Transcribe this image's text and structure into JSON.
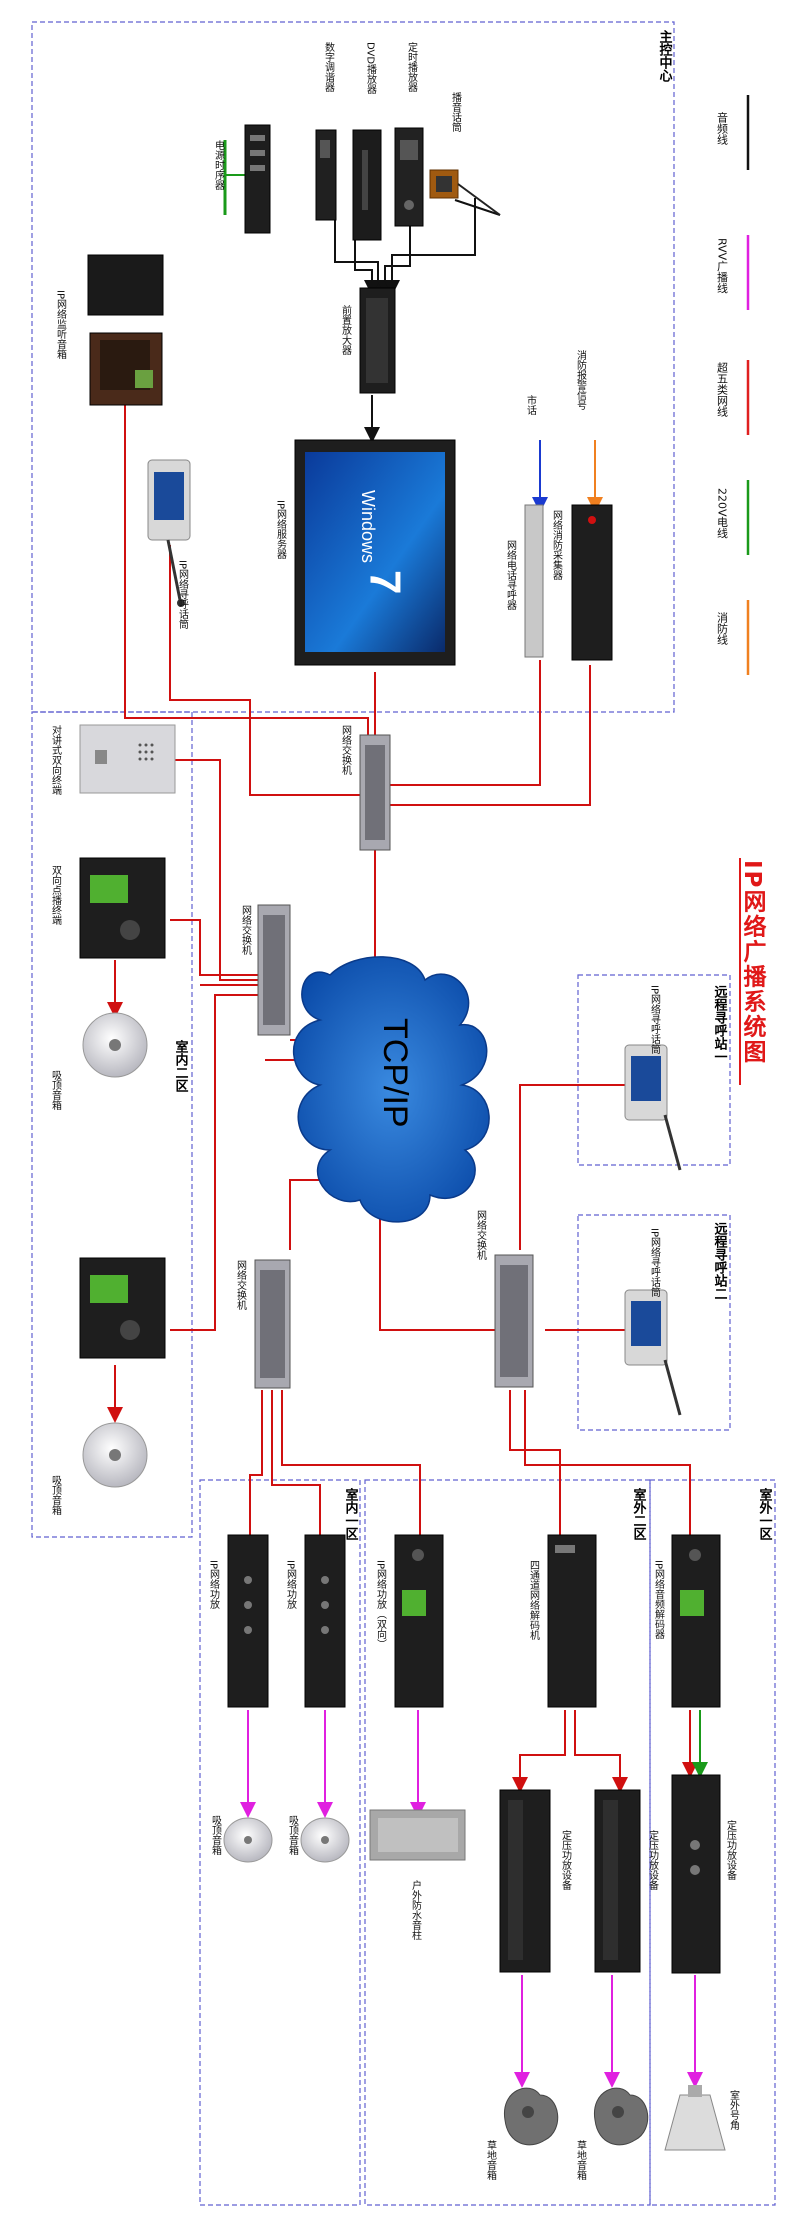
{
  "title": "IP网络广播系统图",
  "zones": {
    "main": "主控中心",
    "indoor_two": "室内二区",
    "remote_one": "远程寻呼站一",
    "remote_two": "远程寻呼站二",
    "indoor_one": "室内一区",
    "outdoor_two": "室外二区",
    "outdoor_one": "室外一区"
  },
  "legend": [
    {
      "label": "音频线",
      "color": "#111111"
    },
    {
      "label": "RVV广播线",
      "color": "#e020e0"
    },
    {
      "label": "超五类网线",
      "color": "#e02020"
    },
    {
      "label": "220V电线",
      "color": "#1a9a1a"
    },
    {
      "label": "消防线",
      "color": "#f08020"
    }
  ],
  "labels": {
    "cd_player": "定时播放器",
    "dvd_player": "DVD播放器",
    "tuner": "数字调谐器",
    "paging_mic": "播音话筒",
    "preamp": "前置放大器",
    "power_seq": "电源时序器",
    "monitor_speaker": "IP网络监听音箱",
    "server": "IP网络服务器",
    "pager_main": "IP网络寻呼话筒",
    "fire_signal": "消防报警信号",
    "fire_collector": "网络消防采集器",
    "city_phone": "市话",
    "phone_pager": "网络电话寻呼器",
    "intercom": "对讲式双向终端",
    "terminal_1": "双向点播终端",
    "ceiling_1": "吸顶音箱",
    "ceiling_2": "吸顶音箱",
    "switch_main": "网络交换机",
    "switch_left_upper": "网络交换机",
    "switch_left_lower": "网络交换机",
    "switch_right": "网络交换机",
    "cloud": "TCP/IP",
    "remote_pager_1": "IP网络寻呼话筒",
    "remote_pager_2": "IP网络寻呼话筒",
    "amp_1": "IP网络功放",
    "amp_2": "IP网络功放",
    "amp_bi": "IP网络功放（双向）",
    "decoder4": "四通道网络解码机",
    "decoder_ip": "IP网络音频解码器",
    "ceiling_3": "吸顶音箱",
    "ceiling_4": "吸顶音箱",
    "column": "户外防水音柱",
    "const_amp_1": "定压功放设备",
    "const_amp_2": "定压功放设备",
    "const_amp_3": "定压功放设备",
    "lawn_1": "草地音箱",
    "lawn_2": "草地音箱",
    "horn": "室外号角"
  }
}
